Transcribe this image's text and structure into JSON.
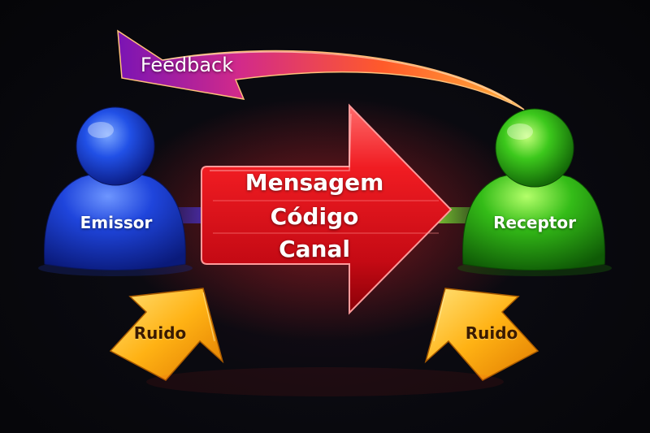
{
  "feedback": {
    "label": "Feedback"
  },
  "sender": {
    "label": "Emissor"
  },
  "receiver": {
    "label": "Receptor"
  },
  "message": {
    "lines": [
      "Mensagem",
      "Código",
      "Canal"
    ]
  },
  "noise": {
    "left_label": "Ruido",
    "right_label": "Ruido"
  },
  "colors": {
    "sender": "#1e3fd8",
    "receiver": "#38c420",
    "message": "#e8141e",
    "noise": "#ffb21a",
    "feedback_start": "#8a1ab0",
    "feedback_end": "#ff9a1a"
  }
}
